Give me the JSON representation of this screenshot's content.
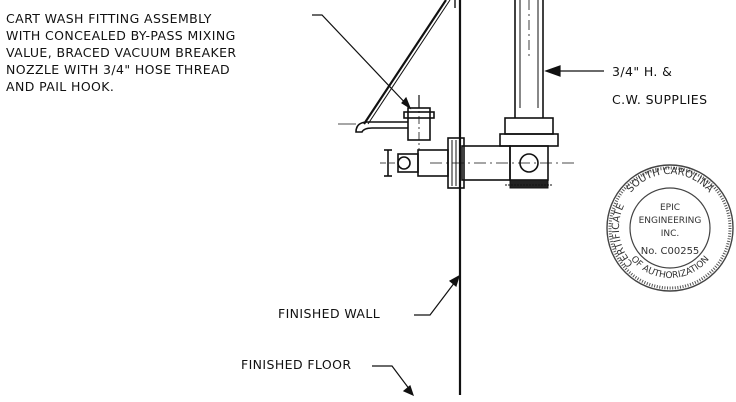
{
  "callouts": {
    "fitting": [
      "CART WASH FITTING ASSEMBLY",
      "WITH CONCEALED BY-PASS MIXING",
      "VALUE, BRACED VACUUM BREAKER",
      "NOZZLE WITH 3/4\" HOSE THREAD",
      "AND PAIL HOOK."
    ],
    "supplies": [
      "3/4\" H. &",
      "C.W. SUPPLIES"
    ],
    "finished_wall": "FINISHED  WALL",
    "finished_floor": "FINISHED FLOOR"
  },
  "seal": {
    "ring_top": "SOUTH CAROLINA",
    "ring_left": "CERTIFICATE",
    "ring_bottom": "OF AUTHORIZATION",
    "center": [
      "EPIC",
      "ENGINEERING",
      "INC.",
      "No. C00255"
    ]
  },
  "colors": {
    "ink": "#111111",
    "paper": "#ffffff"
  }
}
